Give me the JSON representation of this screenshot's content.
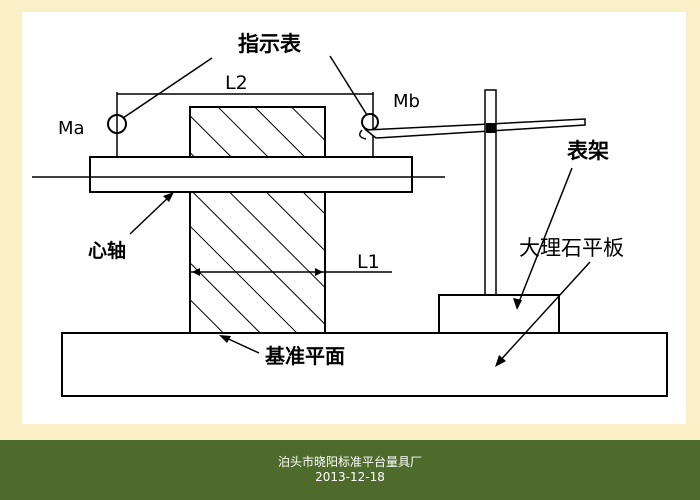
{
  "colors": {
    "background": "#FAF0C8",
    "drawing_area": "#FFFFFF",
    "footer_bar": "#4E6B2C",
    "footer_text": "#FFFFFF",
    "ink": "#000000"
  },
  "diagram": {
    "labels": {
      "indicator": "指示表",
      "l2": "L2",
      "ma": "Ma",
      "mb": "Mb",
      "stand": "表架",
      "shaft": "心轴",
      "l1": "L1",
      "marble_plate": "大理石平板",
      "reference_plane": "基准平面"
    }
  },
  "footer": {
    "company": "泊头市晓阳标准平台量具厂",
    "date": "2013-12-18"
  }
}
